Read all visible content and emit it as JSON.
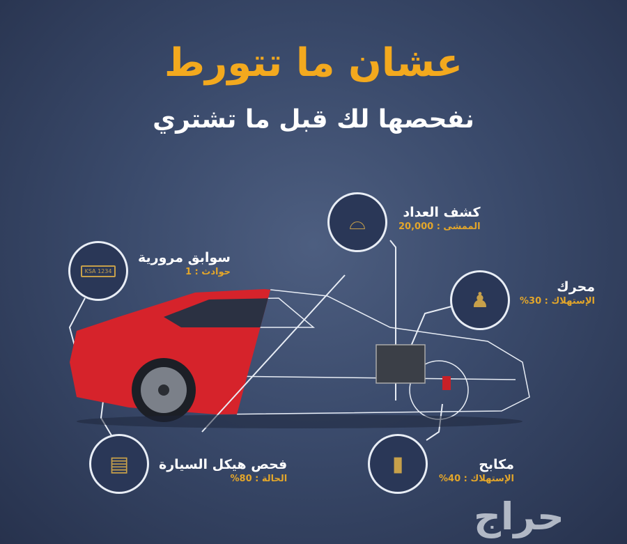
{
  "title": "عشان ما تتورط",
  "subtitle": "نفحصها لك قبل ما تشتري",
  "items": {
    "odometer": {
      "label": "كشف العداد",
      "value": "الممشى : 20,000",
      "icon": "odometer-icon"
    },
    "engine": {
      "label": "محرك",
      "value": "الإستهلاك : 30%",
      "icon": "gear-shift-icon"
    },
    "traffic": {
      "label": "سوابق مرورية",
      "value": "حوادث : 1",
      "icon": "license-plate-icon",
      "plate": "KSA 1234"
    },
    "body": {
      "label": "فحص هيكل السيارة",
      "value": "الحالة : 80%",
      "icon": "car-door-icon"
    },
    "brakes": {
      "label": "مكابح",
      "value": "الإستهلاك : 40%",
      "icon": "shock-absorber-icon"
    }
  },
  "watermark": "حراج",
  "colors": {
    "accent": "#f3a91e",
    "car": "#d8242c",
    "background": "#3a4a6b"
  }
}
